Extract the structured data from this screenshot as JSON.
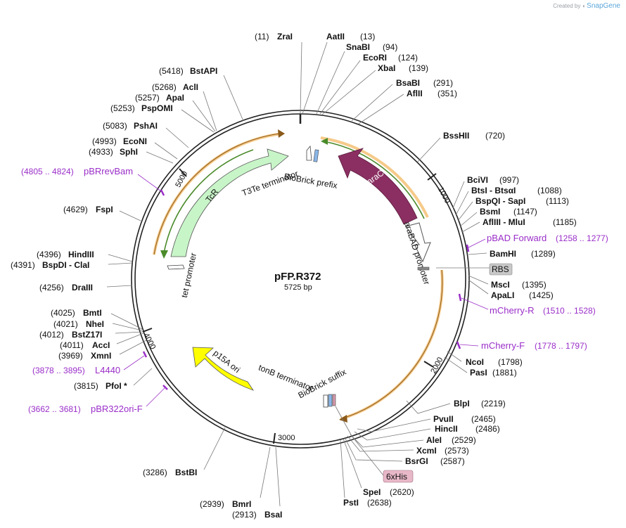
{
  "credit": {
    "prefix": "Created by",
    "brand": "SnapGene"
  },
  "plasmid": {
    "name": "pFP.R372",
    "size": "5725 bp"
  },
  "ticks": [
    "1000",
    "2000",
    "3000",
    "4000",
    "5000"
  ],
  "sites": [
    {
      "name": "ZraI",
      "pos": "(11)"
    },
    {
      "name": "AatII",
      "pos": "(13)"
    },
    {
      "name": "SnaBI",
      "pos": "(94)"
    },
    {
      "name": "EcoRI",
      "pos": "(124)"
    },
    {
      "name": "XbaI",
      "pos": "(139)"
    },
    {
      "name": "BsaBI",
      "pos": "(291)"
    },
    {
      "name": "AflII",
      "pos": "(351)"
    },
    {
      "name": "BssHII",
      "pos": "(720)"
    },
    {
      "name": "BciVI",
      "pos": "(997)"
    },
    {
      "name": "BtsI - BtsαI",
      "pos": "(1088)"
    },
    {
      "name": "BspQI - SapI",
      "pos": "(1113)"
    },
    {
      "name": "BsmI",
      "pos": "(1147)"
    },
    {
      "name": "AflIII - MluI",
      "pos": "(1185)"
    },
    {
      "name": "BamHI",
      "pos": "(1289)"
    },
    {
      "name": "MscI",
      "pos": "(1395)"
    },
    {
      "name": "ApaLI",
      "pos": "(1425)"
    },
    {
      "name": "NcoI",
      "pos": "(1798)"
    },
    {
      "name": "PasI",
      "pos": "(1881)"
    },
    {
      "name": "BlpI",
      "pos": "(2219)"
    },
    {
      "name": "PvuII",
      "pos": "(2465)"
    },
    {
      "name": "HincII",
      "pos": "(2486)"
    },
    {
      "name": "AleI",
      "pos": "(2529)"
    },
    {
      "name": "XcmI",
      "pos": "(2573)"
    },
    {
      "name": "BsrGI",
      "pos": "(2587)"
    },
    {
      "name": "SpeI",
      "pos": "(2620)"
    },
    {
      "name": "PstI",
      "pos": "(2638)"
    },
    {
      "name": "BstAPI",
      "pos": "(5418)"
    },
    {
      "name": "AclI",
      "pos": "(5268)"
    },
    {
      "name": "ApaI",
      "pos": "(5257)"
    },
    {
      "name": "PspOMI",
      "pos": "(5253)"
    },
    {
      "name": "PshAI",
      "pos": "(5083)"
    },
    {
      "name": "EcoNI",
      "pos": "(4993)"
    },
    {
      "name": "SphI",
      "pos": "(4933)"
    },
    {
      "name": "FspI",
      "pos": "(4629)"
    },
    {
      "name": "HindIII",
      "pos": "(4396)"
    },
    {
      "name": "BspDI - ClaI",
      "pos": "(4391)"
    },
    {
      "name": "DraIII",
      "pos": "(4256)"
    },
    {
      "name": "BmtI",
      "pos": "(4025)"
    },
    {
      "name": "NheI",
      "pos": "(4021)"
    },
    {
      "name": "BstZ17I",
      "pos": "(4012)"
    },
    {
      "name": "AccI",
      "pos": "(4011)"
    },
    {
      "name": "XmnI",
      "pos": "(3969)"
    },
    {
      "name": "PfoI *",
      "pos": "(3815)"
    },
    {
      "name": "BstBI",
      "pos": "(3286)"
    },
    {
      "name": "BmrI",
      "pos": "(2939)"
    },
    {
      "name": "BsaI",
      "pos": "(2913)"
    }
  ],
  "primers": [
    {
      "name": "pBAD Forward",
      "range": "(1258 .. 1277)"
    },
    {
      "name": "mCherry-R",
      "range": "(1510 .. 1528)"
    },
    {
      "name": "mCherry-F",
      "range": "(1778 .. 1797)"
    },
    {
      "name": "pBRrevBam",
      "range": "(4805 .. 4824)"
    },
    {
      "name": "L4440",
      "range": "(3878 .. 3895)"
    },
    {
      "name": "pBR322ori-F",
      "range": "(3662 .. 3681)"
    }
  ],
  "features": {
    "araC": "araC",
    "tcr": "TcR",
    "p15a": "p15A ori",
    "arabad": "araBAD promoter",
    "tet": "tet promoter",
    "t3te": "T3Te terminator",
    "biobrick_prefix": "BioBrick prefix",
    "biobrick_suffix": "BioBrick suffix",
    "tonb": "tonB terminator",
    "rbs": "RBS",
    "his": "6xHis"
  },
  "colors": {
    "backbone": "#222222",
    "araC": "#8b2f62",
    "tcr": "#c8f5c8",
    "p15a": "#ffff00",
    "orange_line": "#f0a73c",
    "green_line": "#4a8a2a",
    "primer": "#9a2ec8",
    "rbs_box": "#c8c8c8",
    "his_box": "#e8b8c8"
  }
}
